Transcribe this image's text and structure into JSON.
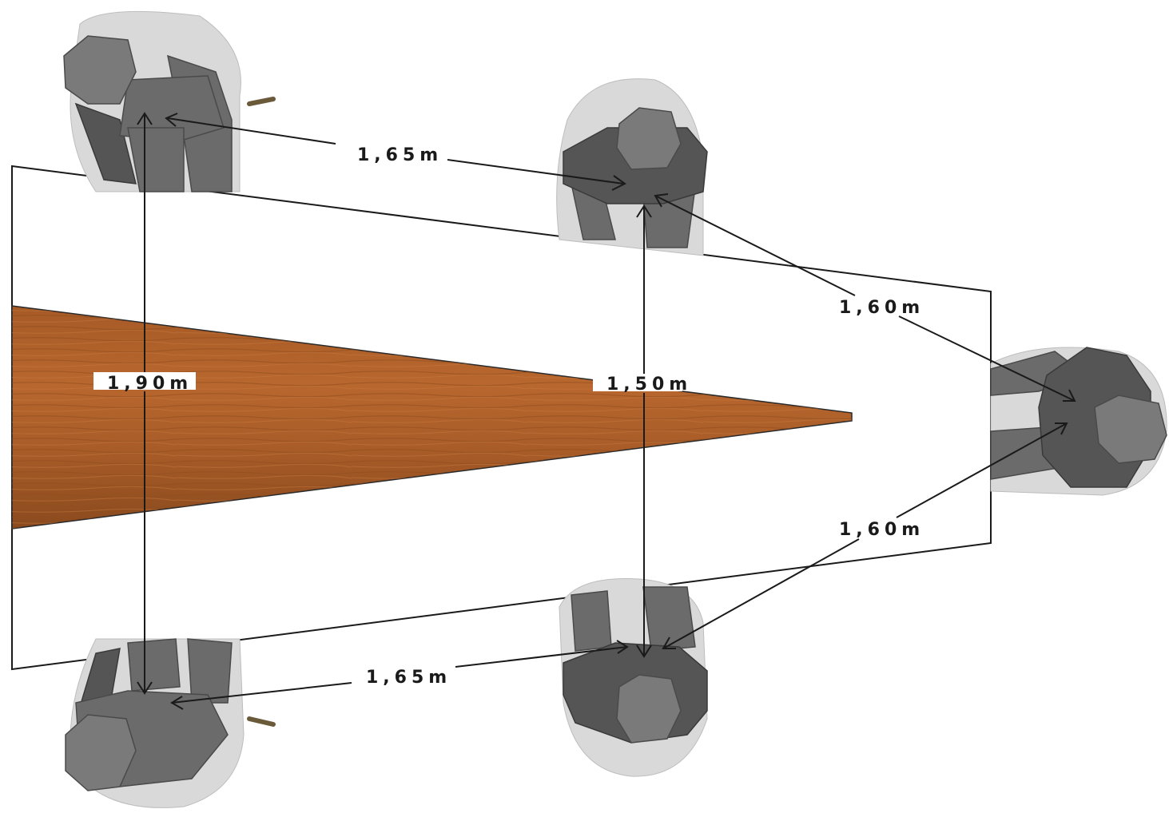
{
  "diagram": {
    "measurements": {
      "top_diagonal": "1,65m",
      "bottom_diagonal": "1,65m",
      "right_upper_diagonal": "1,60m",
      "right_lower_diagonal": "1,60m",
      "left_vertical": "1,90m",
      "middle_vertical": "1,50m"
    },
    "colors": {
      "frame_stroke": "#1a1a1a",
      "wood_light": "#b8672e",
      "wood_dark": "#8a4a1e",
      "person_gray": "#6b6b6b"
    }
  }
}
